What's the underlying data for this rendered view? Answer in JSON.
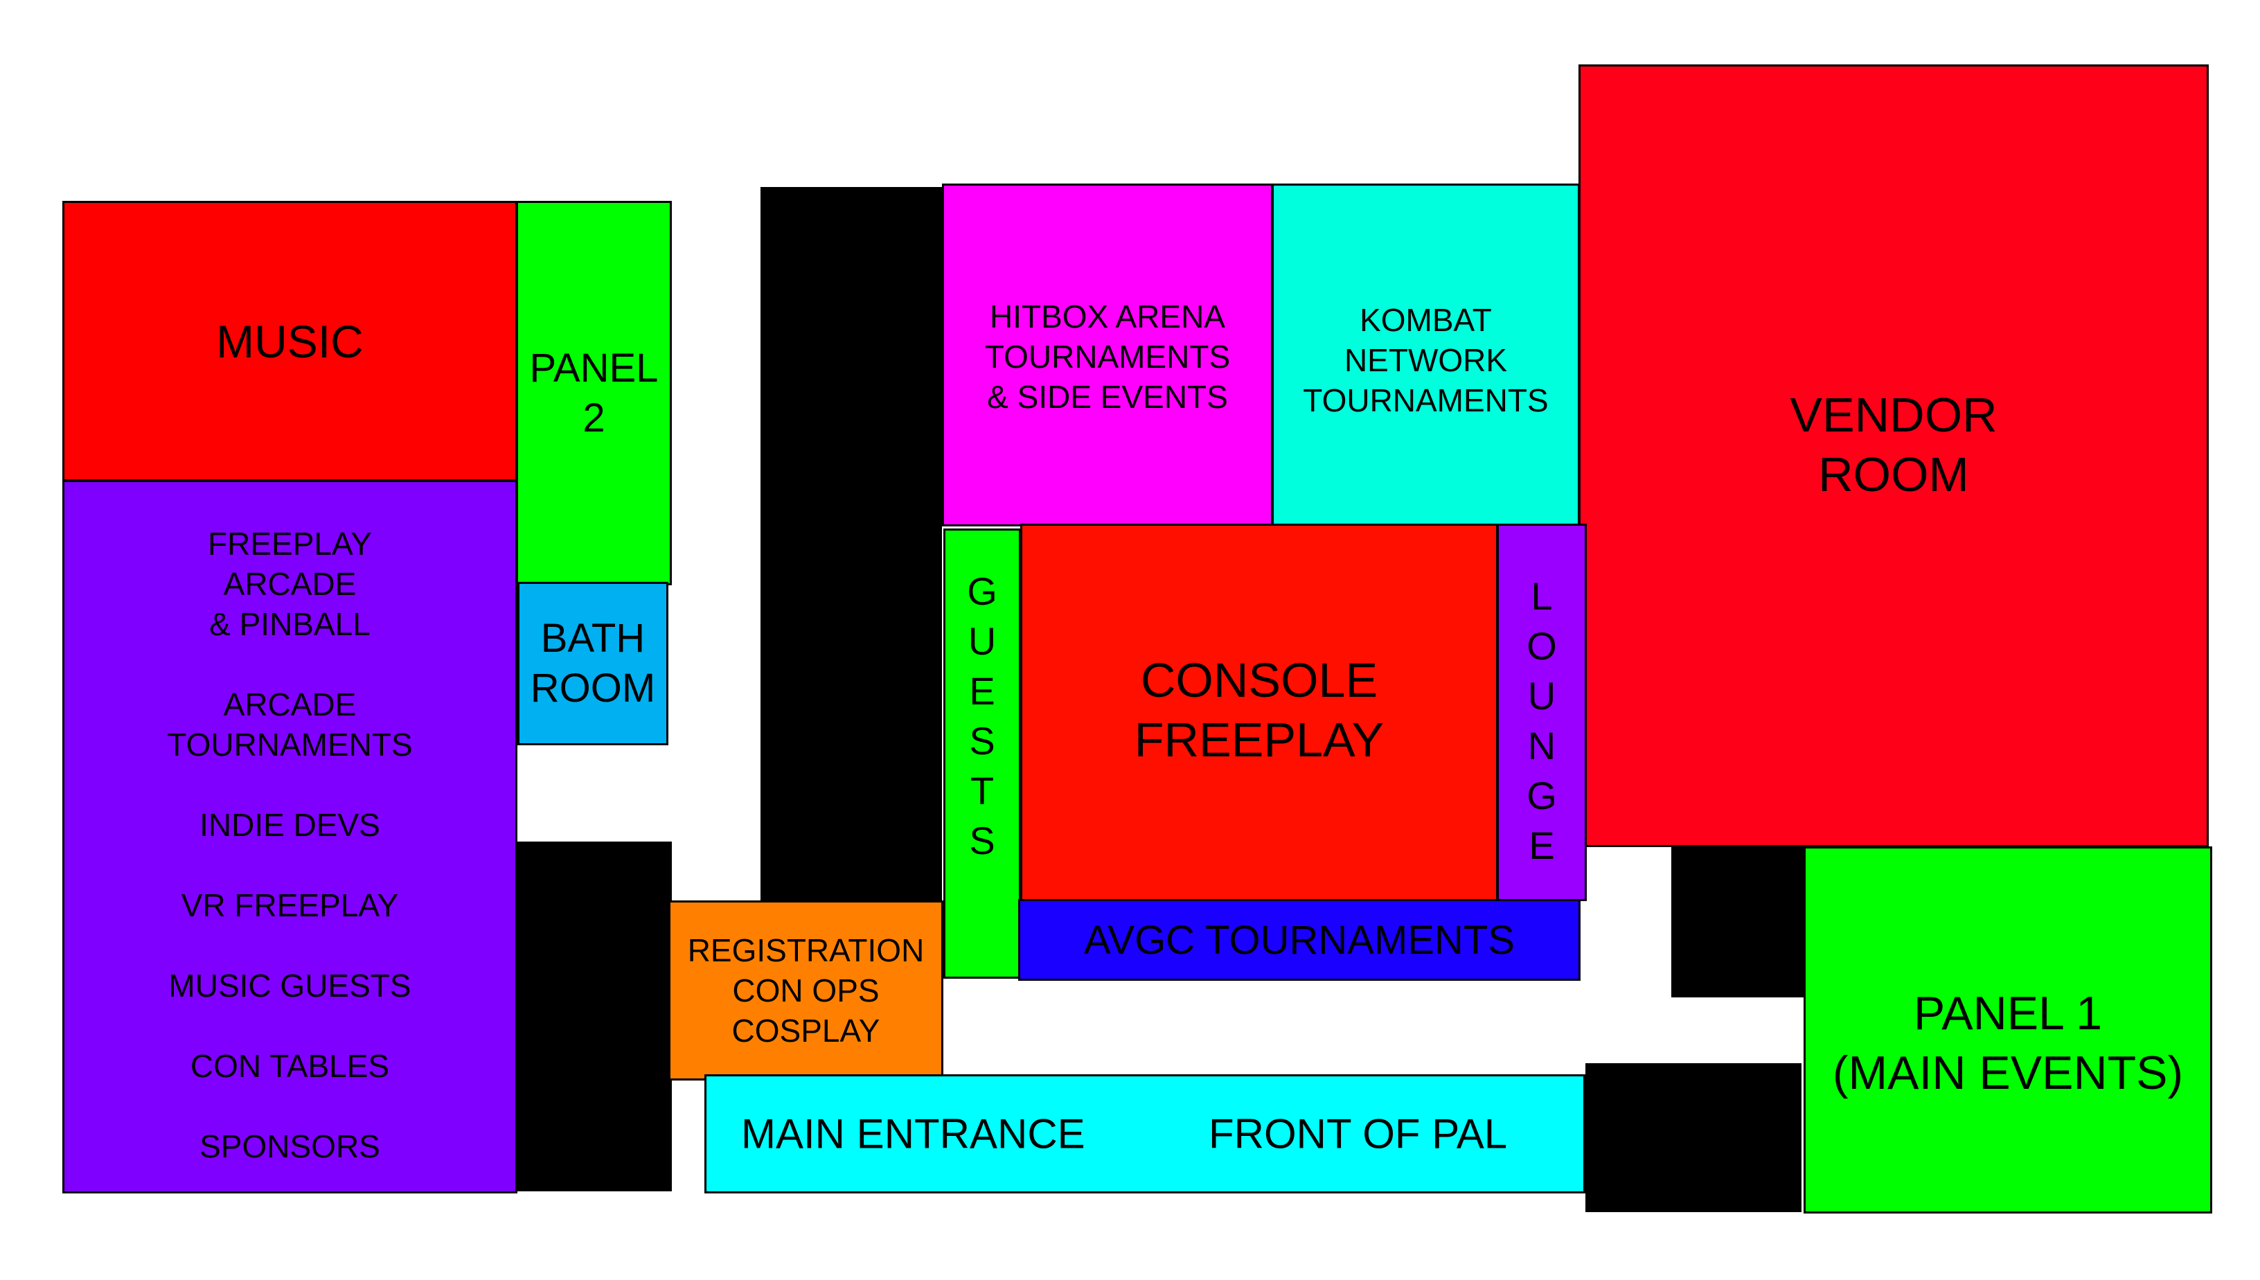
{
  "colors": {
    "music": "#ff0000",
    "panel2": "#00ff00",
    "bathroom": "#00b0f0",
    "freeplay_arcade": "#8000ff",
    "hitbox": "#ff00ff",
    "kombat": "#00ffdd",
    "vendor": "#ff0019",
    "guests": "#00ff00",
    "console": "#ff0f00",
    "lounge": "#9900ff",
    "avgc": "#1a00ff",
    "registration": "#ff8000",
    "entrance": "#00ffff",
    "panel1": "#00ff00",
    "walls": "#000000"
  },
  "rooms": {
    "music": {
      "label": "MUSIC"
    },
    "panel2": {
      "lines": [
        "PANEL",
        "2"
      ]
    },
    "bathroom": {
      "lines": [
        "BATH",
        "ROOM"
      ]
    },
    "freeplay_arcade": {
      "lines": [
        "FREEPLAY",
        "ARCADE",
        "& PINBALL",
        "",
        "ARCADE",
        "TOURNAMENTS",
        "",
        "INDIE DEVS",
        "",
        "VR FREEPLAY",
        "",
        "MUSIC GUESTS",
        "",
        "CON TABLES",
        "",
        "SPONSORS"
      ]
    },
    "hitbox": {
      "lines": [
        "HITBOX ARENA",
        "TOURNAMENTS",
        "& SIDE EVENTS"
      ]
    },
    "kombat": {
      "lines": [
        "KOMBAT",
        "NETWORK",
        "TOURNAMENTS"
      ]
    },
    "vendor": {
      "lines": [
        "VENDOR",
        "ROOM"
      ]
    },
    "guests": {
      "letters": [
        "G",
        "U",
        "E",
        "S",
        "T",
        "S"
      ]
    },
    "console": {
      "lines": [
        "CONSOLE",
        "FREEPLAY"
      ]
    },
    "lounge": {
      "letters": [
        "L",
        "O",
        "U",
        "N",
        "G",
        "E"
      ]
    },
    "avgc": {
      "label": "AVGC TOURNAMENTS"
    },
    "registration": {
      "lines": [
        "REGISTRATION",
        "CON OPS",
        "COSPLAY"
      ]
    },
    "entrance": {
      "left_label": "MAIN ENTRANCE",
      "right_label": "FRONT OF PAL"
    },
    "panel1": {
      "lines": [
        "PANEL 1",
        "(MAIN EVENTS)"
      ]
    }
  }
}
